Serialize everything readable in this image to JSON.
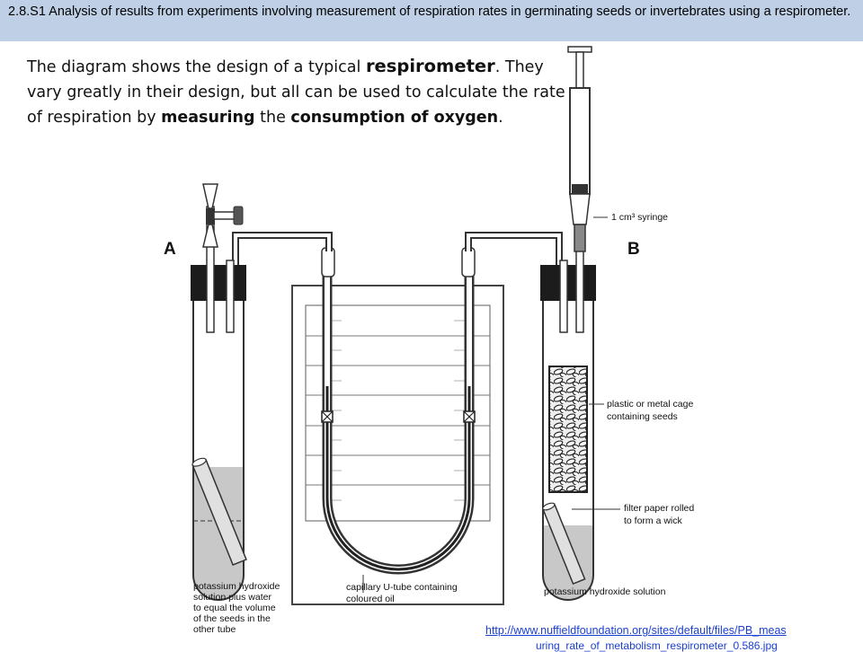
{
  "header": {
    "title": "2.8.S1 Analysis of results from experiments involving measurement of respiration rates in germinating seeds or invertebrates using a respirometer."
  },
  "intro": {
    "part1": "The diagram shows the design of a typical ",
    "term1": "respirometer",
    "part2": ". They vary greatly in their design, but all can be used to calculate the rate of respiration by ",
    "term2": "measuring",
    "part3": " the ",
    "term3": "consumption of oxygen",
    "part4": "."
  },
  "diagram": {
    "label_a": "A",
    "label_b": "B",
    "syringe_label": "1 cm³ syringe",
    "cage_label_1": "plastic or metal cage",
    "cage_label_2": "containing seeds",
    "wick_label_1": "filter paper rolled",
    "wick_label_2": "to form a wick",
    "koh_b_label": "potassium hydroxide solution",
    "koh_a_label_1": "potassium hydroxide",
    "koh_a_label_2": "solution plus water",
    "koh_a_label_3": "to equal the volume",
    "koh_a_label_4": "of the seeds in the",
    "koh_a_label_5": "other tube",
    "utube_label_1": "capillary U-tube containing",
    "utube_label_2": "coloured oil"
  },
  "source": {
    "url": "http://www.nuffieldfoundation.org/sites/default/files/PB_meas",
    "url_line2": "uring_rate_of_metabolism_respirometer_0.586.jpg"
  }
}
